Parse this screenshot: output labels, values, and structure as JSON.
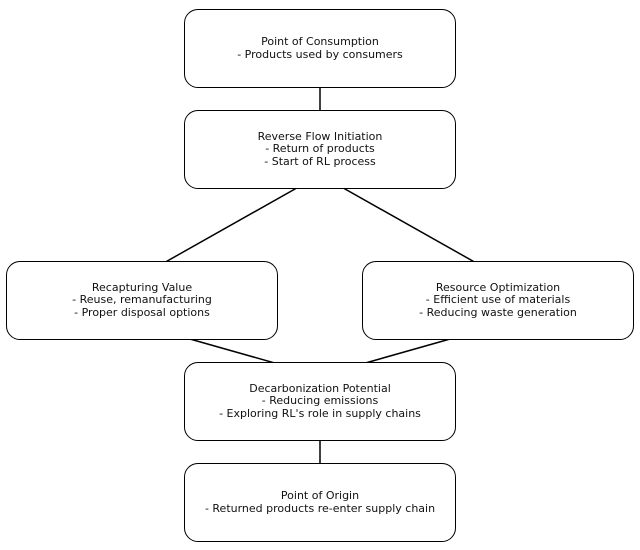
{
  "nodes": {
    "consumption": {
      "title": "Point of Consumption",
      "lines": [
        "- Products used by consumers"
      ]
    },
    "reverse": {
      "title": "Reverse Flow Initiation",
      "lines": [
        "- Return of products",
        "- Start of RL process"
      ]
    },
    "value": {
      "title": "Recapturing Value",
      "lines": [
        "- Reuse, remanufacturing",
        "- Proper disposal options"
      ]
    },
    "resource": {
      "title": "Resource Optimization",
      "lines": [
        "- Efficient use of materials",
        "- Reducing waste generation"
      ]
    },
    "decarb": {
      "title": "Decarbonization Potential",
      "lines": [
        "- Reducing emissions",
        "- Exploring RL's role in supply chains"
      ]
    },
    "origin": {
      "title": "Point of Origin",
      "lines": [
        "- Returned products re-enter supply chain"
      ]
    }
  },
  "edges": [
    {
      "from": "consumption",
      "to": "reverse"
    },
    {
      "from": "reverse",
      "to": "value"
    },
    {
      "from": "reverse",
      "to": "resource"
    },
    {
      "from": "value",
      "to": "decarb"
    },
    {
      "from": "resource",
      "to": "decarb"
    },
    {
      "from": "decarb",
      "to": "origin"
    }
  ],
  "colors": {
    "stroke": "#000000",
    "text": "#111111",
    "background": "#ffffff"
  }
}
